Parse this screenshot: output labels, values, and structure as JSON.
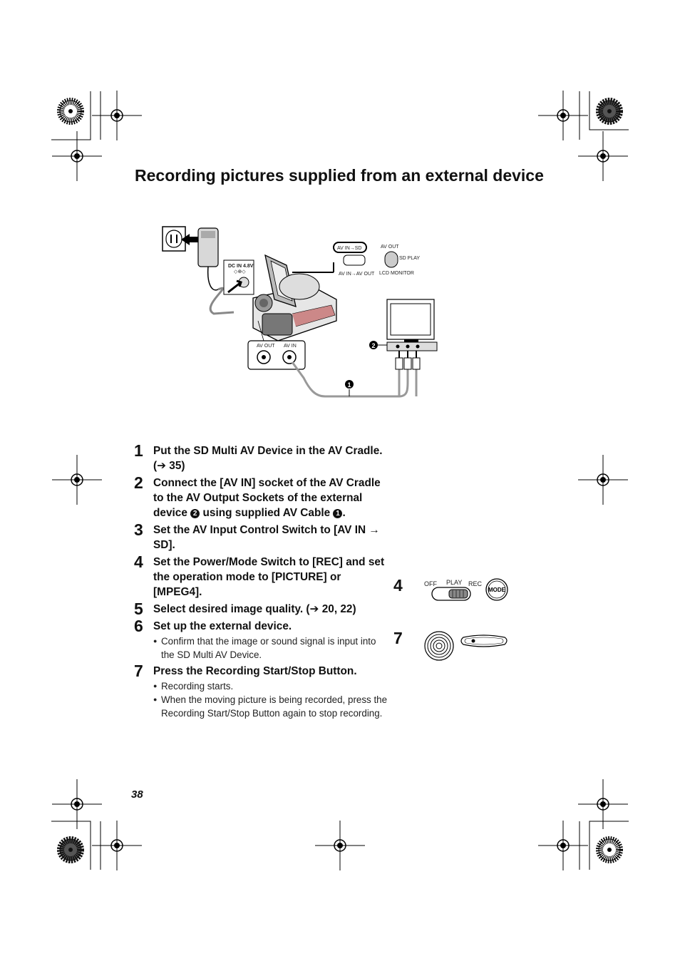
{
  "page": {
    "title": "Recording pictures supplied from an external device",
    "page_number": "38"
  },
  "diagram": {
    "dc_in": "DC IN 4.8V",
    "dc_symbol": "◇⊕◇",
    "switch_av_in_sd": "AV IN→SD",
    "switch_av_in_av_out": "AV IN→AV OUT",
    "av_out_top": "AV OUT",
    "sd_play": "SD PLAY",
    "lcd_monitor": "LCD MONITOR",
    "socket_av_out": "AV OUT",
    "socket_av_in": "AV IN",
    "marker_1": "1",
    "marker_2": "2"
  },
  "steps": [
    {
      "num": "1",
      "text": "Put the SD Multi AV Device in the AV Cradle. (➔ 35)"
    },
    {
      "num": "2",
      "text_a": "Connect the [AV IN] socket of the AV Cradle to the AV Output Sockets of the external device ",
      "mark_a": "2",
      "text_b": " using supplied AV Cable ",
      "mark_b": "1",
      "text_c": "."
    },
    {
      "num": "3",
      "text": "Set the AV Input Control Switch to [AV IN → SD]."
    },
    {
      "num": "4",
      "text": "Set the Power/Mode Switch to [REC] and set the operation mode to [PICTURE] or [MPEG4]."
    },
    {
      "num": "5",
      "text": "Select desired image quality. (➔ 20, 22)"
    },
    {
      "num": "6",
      "text": "Set up the external device.",
      "bullets": [
        "Confirm that the image or sound signal is input into the SD Multi AV Device."
      ]
    },
    {
      "num": "7",
      "text": "Press the Recording Start/Stop Button.",
      "bullets": [
        "Recording starts.",
        "When the moving picture is being recorded, press the Recording Start/Stop Button again to stop recording."
      ]
    }
  ],
  "side": {
    "step4_num": "4",
    "off": "OFF",
    "play": "PLAY",
    "rec": "REC",
    "mode": "MODE",
    "step7_num": "7"
  }
}
